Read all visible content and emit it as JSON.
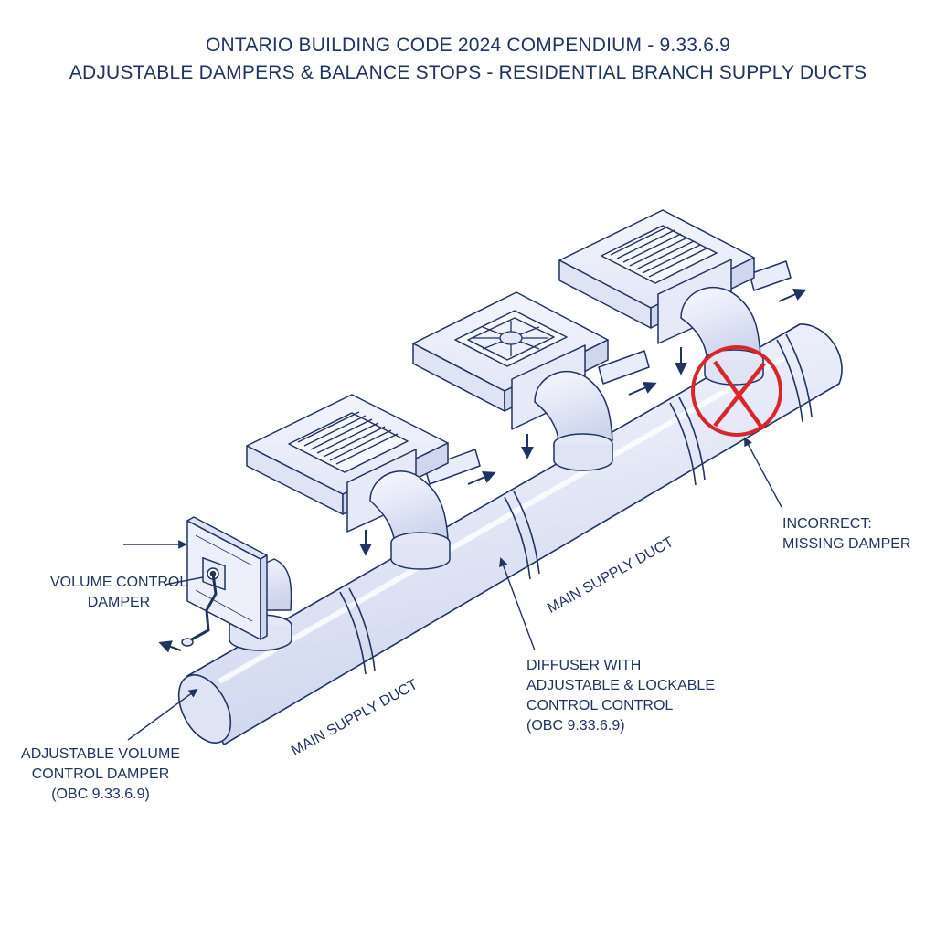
{
  "header": {
    "title_line1": "ONTARIO BUILDING CODE 2024 COMPENDIUM - 9.33.6.9",
    "title_line2": "ADJUSTABLE DAMPERS & BALANCE STOPS - RESIDENTIAL BRANCH SUPPLY DUCTS"
  },
  "labels": {
    "volume_damper": [
      "VOLUME CONTROL",
      "DAMPER"
    ],
    "adjustable_damper": [
      "ADJUSTABLE VOLUME",
      "CONTROL DAMPER",
      "(OBC 9.33.6.9)"
    ],
    "diffuser": [
      "DIFFUSER WITH",
      "ADJUSTABLE & LOCKABLE",
      "CONTROL CONTROL",
      "(OBC 9.33.6.9)"
    ],
    "incorrect": [
      "INCORRECT:",
      "MISSING DAMPER"
    ],
    "main_duct_lower": "MAIN SUPPLY DUCT",
    "main_duct_upper": "MAIN SUPPLY DUCT"
  },
  "colors": {
    "ink": "#1f3460",
    "duct_fill": "#eef1fb",
    "duct_shade": "#d6dcef",
    "error": "#d8262b"
  }
}
